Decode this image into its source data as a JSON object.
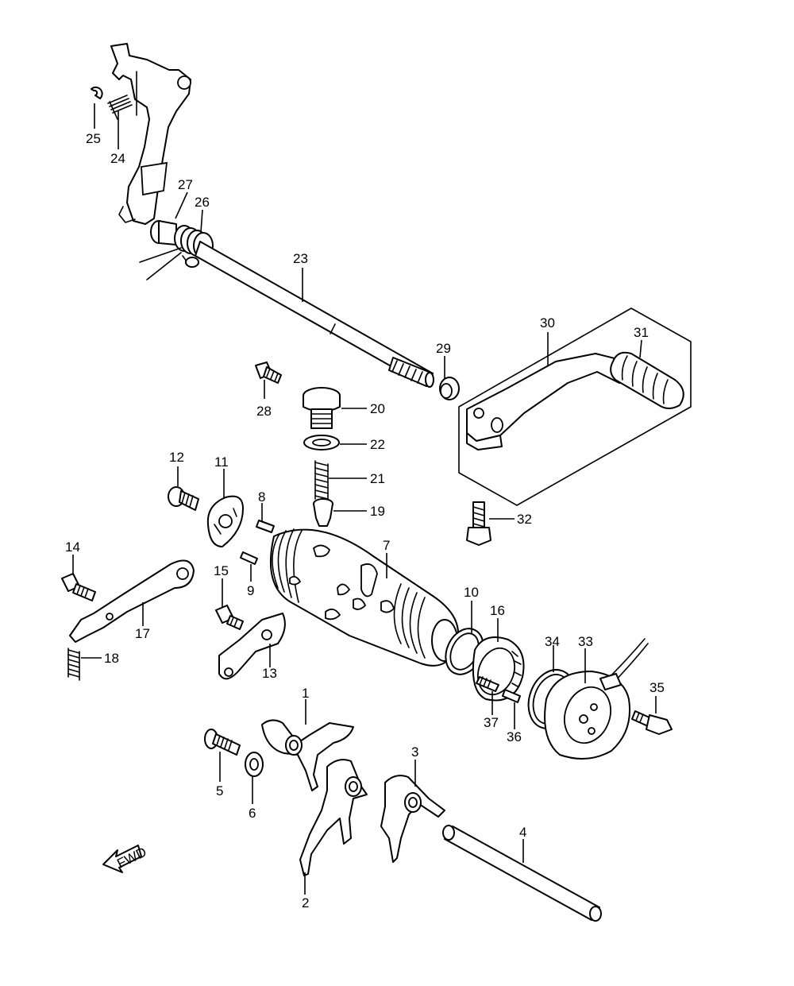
{
  "diagram": {
    "fwd_badge": "FWD",
    "labels": [
      {
        "id": "1",
        "text": "1"
      },
      {
        "id": "2",
        "text": "2"
      },
      {
        "id": "3",
        "text": "3"
      },
      {
        "id": "4",
        "text": "4"
      },
      {
        "id": "5",
        "text": "5"
      },
      {
        "id": "6",
        "text": "6"
      },
      {
        "id": "7",
        "text": "7"
      },
      {
        "id": "8",
        "text": "8"
      },
      {
        "id": "9",
        "text": "9"
      },
      {
        "id": "10",
        "text": "10"
      },
      {
        "id": "11",
        "text": "11"
      },
      {
        "id": "12",
        "text": "12"
      },
      {
        "id": "13",
        "text": "13"
      },
      {
        "id": "14",
        "text": "14"
      },
      {
        "id": "15",
        "text": "15"
      },
      {
        "id": "16",
        "text": "16"
      },
      {
        "id": "17",
        "text": "17"
      },
      {
        "id": "18",
        "text": "18"
      },
      {
        "id": "19",
        "text": "19"
      },
      {
        "id": "20",
        "text": "20"
      },
      {
        "id": "21",
        "text": "21"
      },
      {
        "id": "22",
        "text": "22"
      },
      {
        "id": "23",
        "text": "23"
      },
      {
        "id": "24",
        "text": "24"
      },
      {
        "id": "25",
        "text": "25"
      },
      {
        "id": "26",
        "text": "26"
      },
      {
        "id": "27",
        "text": "27"
      },
      {
        "id": "28",
        "text": "28"
      },
      {
        "id": "29",
        "text": "29"
      },
      {
        "id": "30",
        "text": "30"
      },
      {
        "id": "31",
        "text": "31"
      },
      {
        "id": "32",
        "text": "32"
      },
      {
        "id": "33",
        "text": "33"
      },
      {
        "id": "34",
        "text": "34"
      },
      {
        "id": "35",
        "text": "35"
      },
      {
        "id": "36",
        "text": "36"
      },
      {
        "id": "37",
        "text": "37"
      }
    ]
  }
}
